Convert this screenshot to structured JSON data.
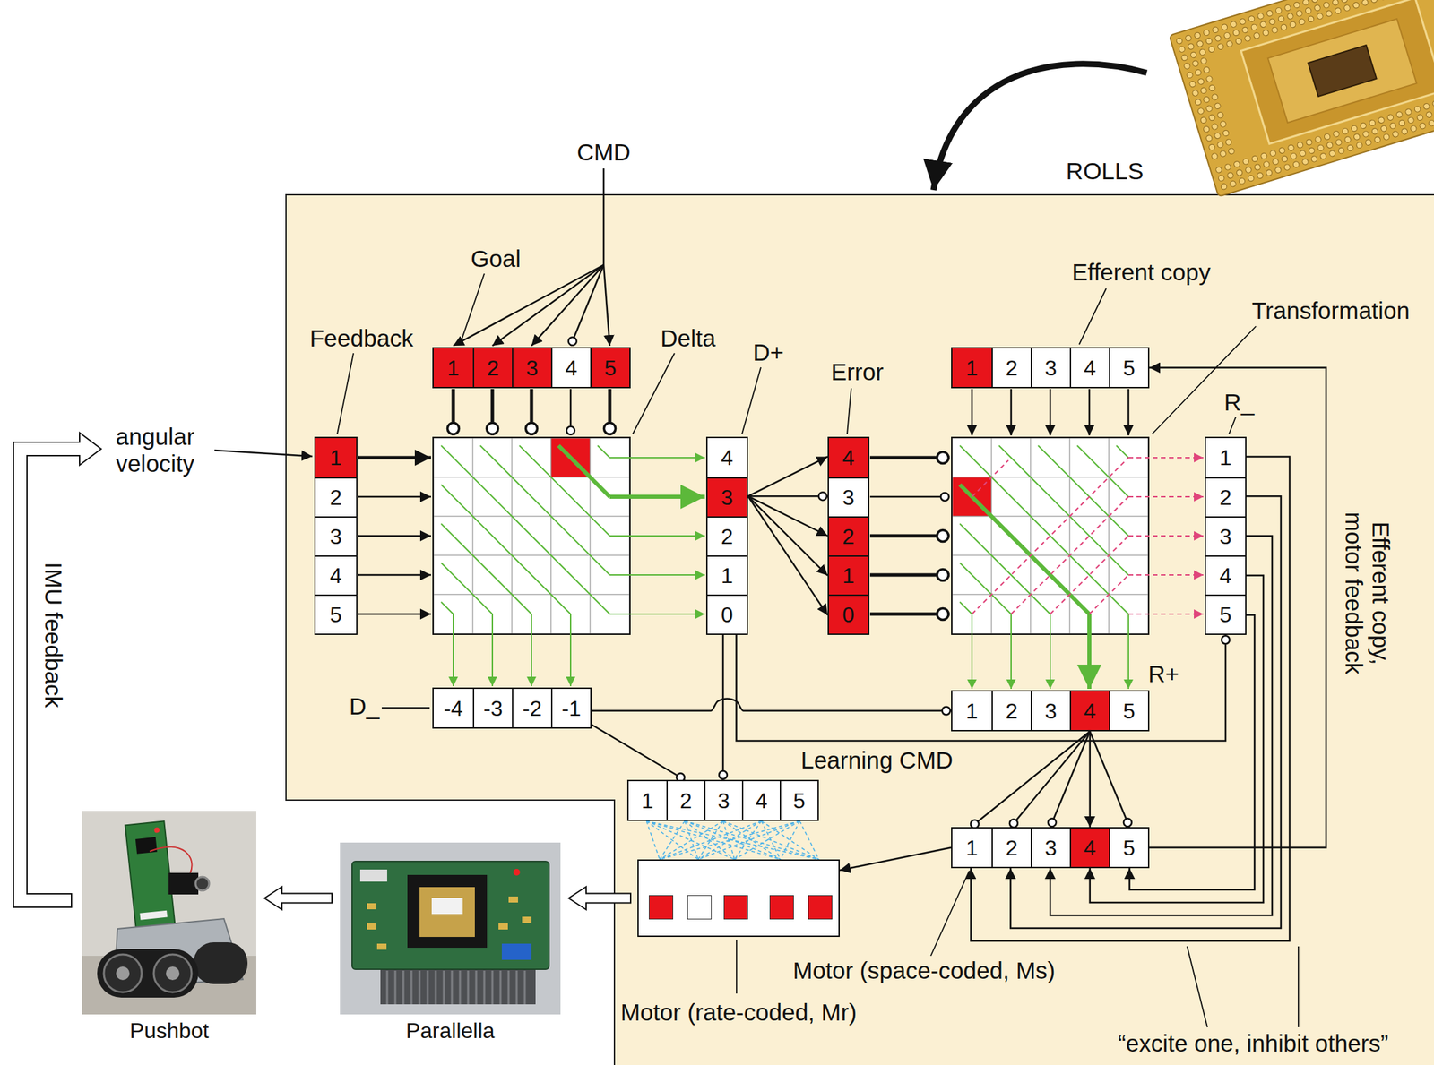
{
  "diagram": {
    "nodes": [
      {
        "text": [
          "1",
          "2",
          "3",
          "4",
          "5"
        ]
      },
      {
        "text": [
          "1",
          "2",
          "3",
          "4",
          "5"
        ]
      },
      {
        "text": [
          "4",
          "3",
          "2",
          "1",
          "0"
        ]
      },
      {
        "text": [
          "4",
          "3",
          "2",
          "1",
          "0"
        ]
      },
      {
        "text": [
          "1",
          "2",
          "3",
          "4",
          "5"
        ]
      },
      {
        "text": [
          "1",
          "2",
          "3",
          "4",
          "5"
        ]
      },
      {
        "text": [
          "-4",
          "-3",
          "-2",
          "-1"
        ]
      },
      {
        "text": [
          "1",
          "2",
          "3",
          "4",
          "5"
        ]
      },
      {
        "text": [
          "1",
          "2",
          "3",
          "4",
          "5"
        ]
      },
      {
        "text": [
          "1",
          "2",
          "3",
          "4",
          "5"
        ]
      },
      {
        "text": [
          "Motor (rate-coded, Mr)"
        ]
      },
      {
        "text": [
          "Parallella"
        ]
      },
      {
        "text": [
          "Pushbot"
        ]
      }
    ],
    "edges": [
      {
        "from": 2,
        "to": 3,
        "arrow": "to"
      },
      {
        "from": 6,
        "to": 7,
        "arrow": "to"
      },
      {
        "from": 2,
        "to": 5,
        "arrow": "to"
      },
      {
        "from": 6,
        "to": 8,
        "arrow": "to"
      },
      {
        "from": 2,
        "to": 8,
        "arrow": "to"
      },
      {
        "from": 7,
        "to": 9,
        "arrow": "to"
      },
      {
        "from": 5,
        "to": 9,
        "arrow": "to"
      },
      {
        "from": 9,
        "to": 4,
        "arrow": "to"
      },
      {
        "from": 9,
        "to": 10,
        "arrow": "to"
      },
      {
        "from": 8,
        "to": 10,
        "arrow": "none"
      },
      {
        "from": 10,
        "to": 11,
        "arrow": "to"
      },
      {
        "from": 11,
        "to": 12,
        "arrow": "to"
      }
    ],
    "labels": [
      "CMD",
      "Goal",
      "Feedback",
      "Delta",
      "D+",
      "Error",
      "Efferent copy",
      "Transformation",
      "R_",
      "R+",
      "D_",
      "Learning CMD",
      "Motor (space-coded, Ms)",
      "ROLLS",
      "angular velocity",
      "IMU feedback",
      "Efferent copy, motor feedback",
      "“excite one, inhibit others”"
    ]
  }
}
